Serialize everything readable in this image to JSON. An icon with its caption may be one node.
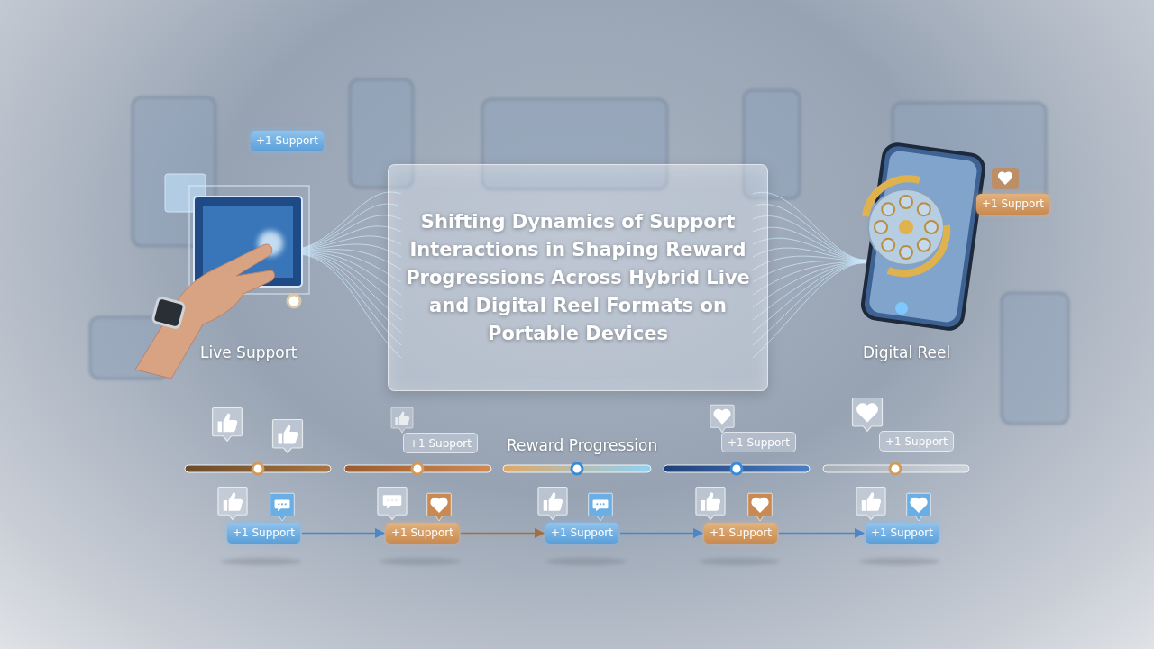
{
  "diagram": {
    "title": "Shifting Dynamics of Support Interactions in Shaping Reward Progressions Across Hybrid Live and Digital Reel Formats on Portable Devices",
    "nodes": [
      {
        "text": [
          "+1 Support"
        ]
      },
      {
        "text": [
          "+1 Support"
        ]
      },
      {
        "text": [
          "+1 Support"
        ]
      },
      {
        "text": [
          "+1 Support"
        ]
      },
      {
        "text": [
          "+1 Support"
        ]
      },
      {
        "text": [
          "+1 Support"
        ]
      },
      {
        "text": [
          "+1 Support"
        ]
      },
      {
        "text": [
          "+1 Support"
        ]
      },
      {
        "text": [
          "+1 Support"
        ]
      },
      {
        "text": [
          "+1 Support"
        ]
      }
    ],
    "edges": [
      {
        "from": 5,
        "to": 6,
        "arrow": "to"
      },
      {
        "from": 6,
        "to": 7,
        "arrow": "to",
        "color": "#a0703f"
      },
      {
        "from": 7,
        "to": 8,
        "arrow": "to"
      },
      {
        "from": 8,
        "to": 9,
        "arrow": "to"
      }
    ],
    "labels": [
      "Live Support",
      "Digital Reel",
      "Reward Progression"
    ]
  }
}
